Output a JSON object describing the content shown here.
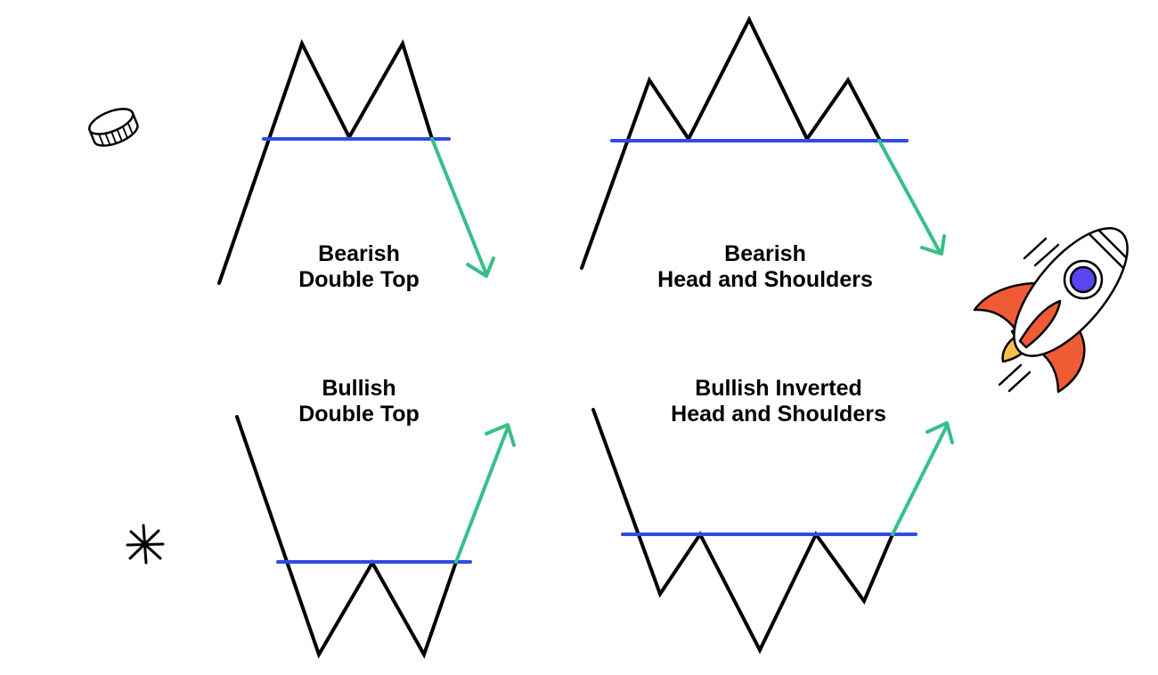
{
  "colors": {
    "price_line": "#000000",
    "neckline": "#2f4de0",
    "arrow": "#37bf88",
    "rocket_fin": "#ef5b35",
    "rocket_window": "#5a45f5",
    "rocket_flame": "#f4c24a"
  },
  "patterns": [
    {
      "id": "bearish-double-top",
      "title_line1": "Bearish",
      "title_line2": "Double Top",
      "direction": "down"
    },
    {
      "id": "bearish-head-and-shoulders",
      "title_line1": "Bearish",
      "title_line2": "Head and Shoulders",
      "direction": "down"
    },
    {
      "id": "bullish-double-top",
      "title_line1": "Bullish",
      "title_line2": "Double Top",
      "direction": "up"
    },
    {
      "id": "bullish-inverted-head-and-shoulders",
      "title_line1": "Bullish Inverted",
      "title_line2": "Head and Shoulders",
      "direction": "up"
    }
  ],
  "decorations": {
    "top_left": "coin-icon",
    "bottom_left": "sparkle-icon",
    "right": "rocket-icon"
  }
}
